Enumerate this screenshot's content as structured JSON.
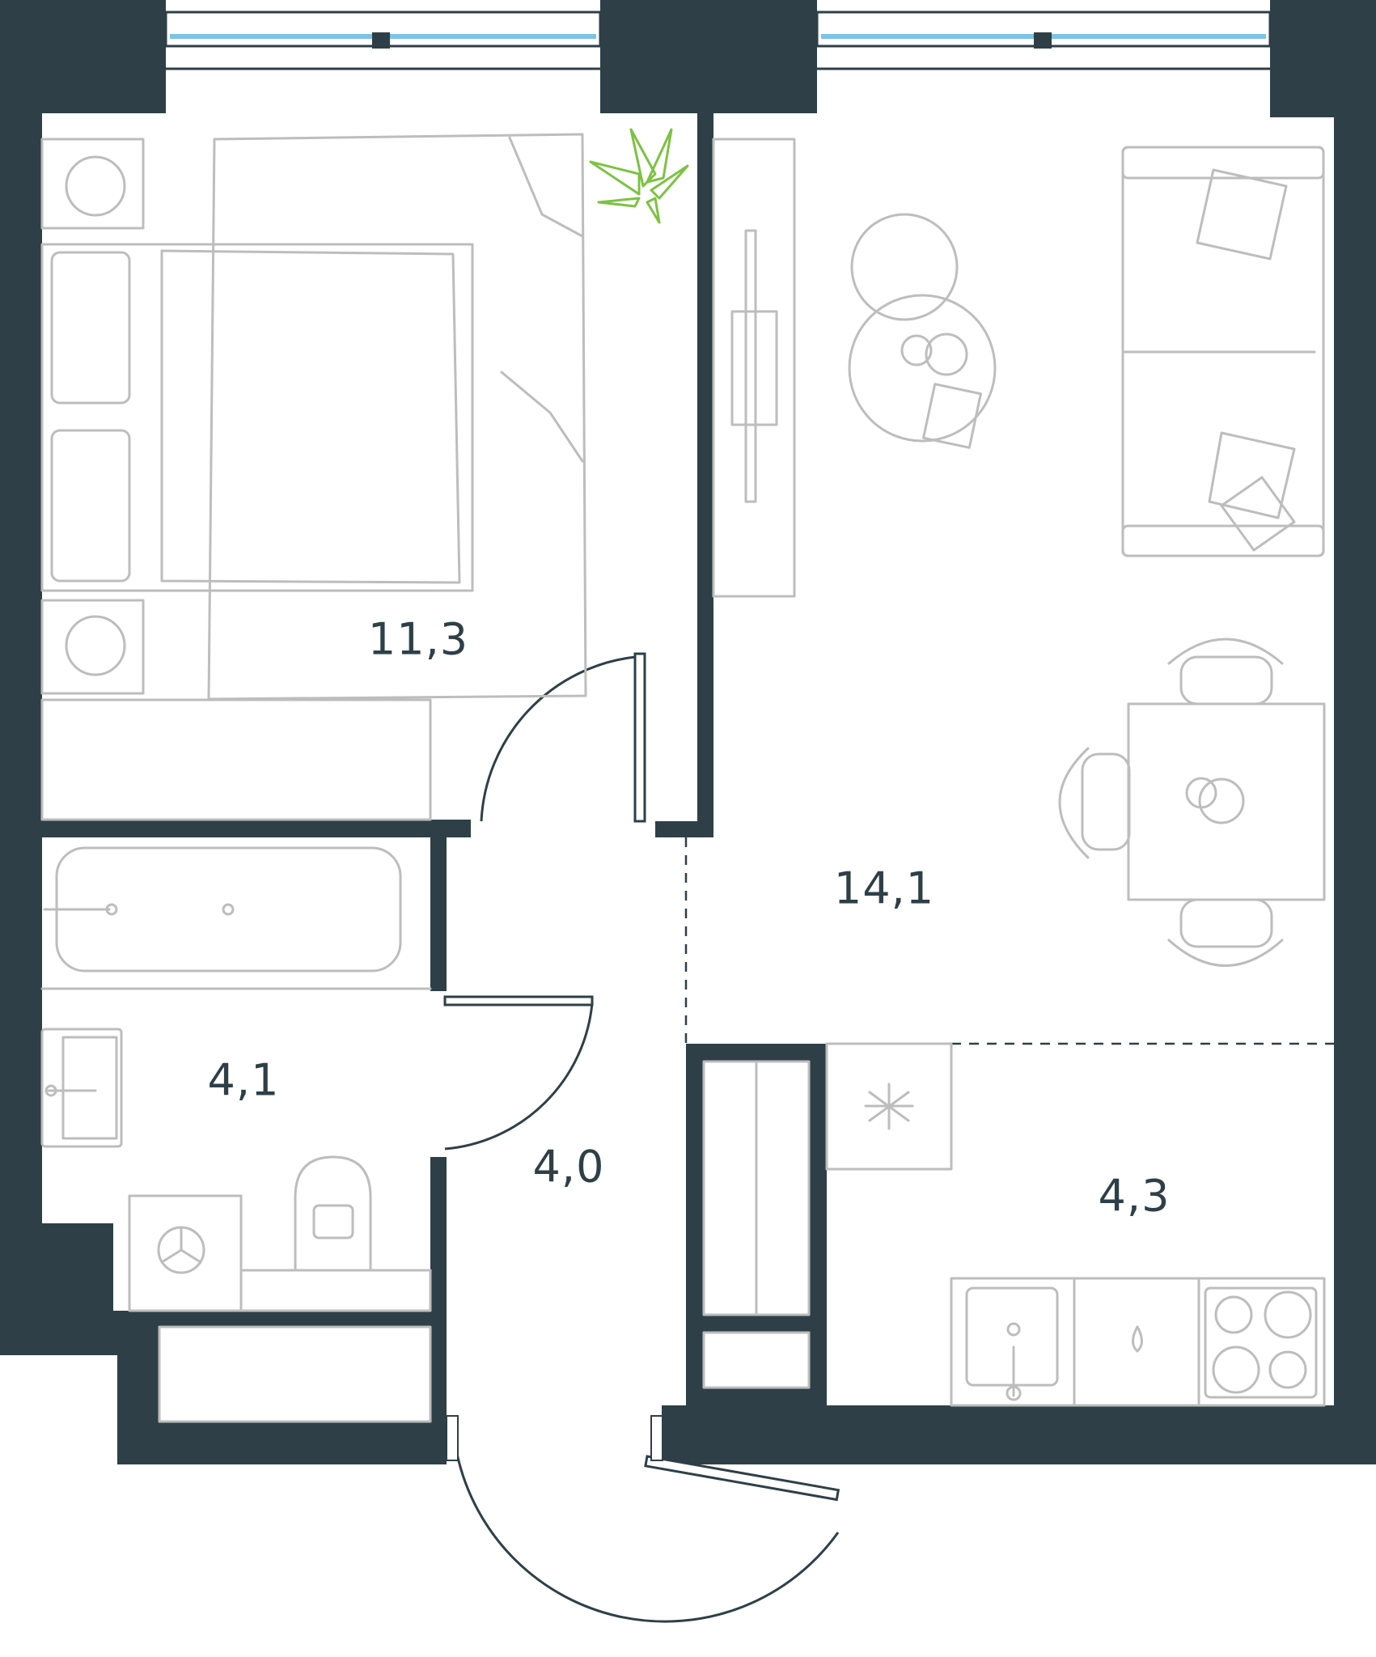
{
  "rooms": [
    {
      "id": "bedroom",
      "area": "11,3"
    },
    {
      "id": "living-kitchen",
      "area": "14,1"
    },
    {
      "id": "bathroom",
      "area": "4,1"
    },
    {
      "id": "hallway",
      "area": "4,0"
    },
    {
      "id": "kitchen",
      "area": "4,3"
    }
  ],
  "colors": {
    "wall": "#2e3f47",
    "furniture": "#bdbdbd",
    "window_glass": "#7cc3e8",
    "plant": "#7dc242",
    "text": "#2e3f47"
  }
}
